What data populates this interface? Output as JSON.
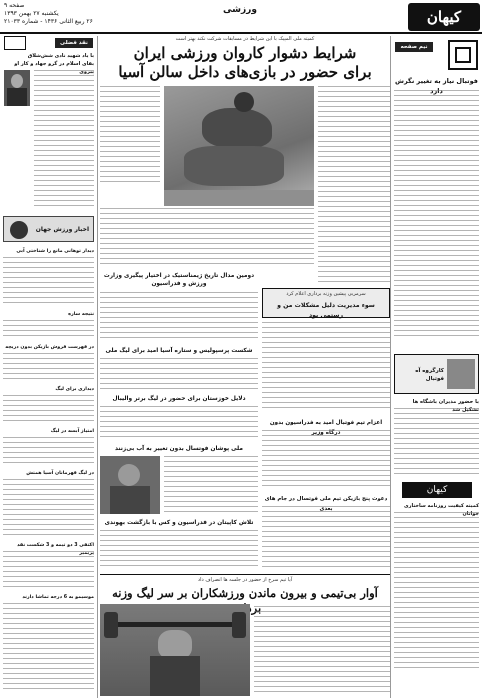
{
  "masthead": {
    "logo": "کیهان",
    "section": "ورزشی",
    "page_no": "صفحه ۹",
    "date_line": "یکشنبه ۲۷ بهمن ۱۳۹۳",
    "issue_line": "۲۶ ربیع الثانی ۱۴۳۶ - شماره ۲۱۰۳۳"
  },
  "right_column": {
    "tag": "نیم صفحه",
    "title": "فوتبال نیاز به تغییر نگرش دارد",
    "box_title": "کارگروه آه فوتبال",
    "sub_1": "با حضور مدیران باشگاه ها تشکیل شد",
    "sub_2": "کمیته کیفیت روزنامه ساختاری جوانان"
  },
  "main": {
    "kicker": "کمیته ملی المپیک با این شرایط در مسابقات شرکت نکند بهتر است",
    "headline_1": "شرایط دشوار کاروان ورزشی ایران",
    "headline_2": "برای حضور در بازی‌های داخل سالن آسیا",
    "story2_headline": "سوء مدیریت دلیل مشکلات من و رستمی بود",
    "story2_kicker": "سرمربی پیشین وزنه برداری اعلام کرد",
    "story3_headline": "اعزام تیم فوتبال امید به فدراسیون بدون درگاه وزیر",
    "story4_headline": "دومین مدال تاریخ ژیمناستیک در اختیار پیگیری وزارت ورزش و فدراسیون",
    "story5_headline": "شکست پرسپولیس و ستاره آسیا امید برای لیگ ملی",
    "story6_headline": "دلایل خوزستان برای حضور در لیگ برتر والیبال",
    "story7_headline": "ملی پوشان فوتسال بدون تغییر به آب بی‌زنند",
    "story8_headline": "دعوت پنج بازیکن تیم ملی فوتسال در جام های بعدی",
    "story9_headline": "تلاش کاپیتان در فدراسیون و کس با بازگشت بهوندی",
    "bottom_kicker": "آیا تیم سرخ از حضور در جلسه ها انصراف داد",
    "bottom_headline": "آوار بی‌تیمی و بیرون ماندن ورزشکاران بر سر لیگ وزنه برداری"
  },
  "left_column": {
    "tag": "نقد فضلی",
    "author_title": "با یاد شهید نادی شش‌شلاق",
    "author_subtitle": "بقای اسلام در گرو جهاد و کار او پیروی",
    "brief_banner": "اخبار ورزش جهان",
    "brief_1": "دیدار توهانی مانع را شناختی آبی",
    "brief_2": "نتیجه ساره",
    "brief_3": "در فهرست فروش بازیکن بدون دریچه",
    "brief_4": "دیداری برای لیگ",
    "brief_5": "امتیاز آبسه در لیگ",
    "brief_6": "در لیگ قهرمانان آسیا همتش",
    "brief_7": "اکتفی 3 دو تیمه و 3 شکست نقد پریمیر",
    "brief_8": "موسیمو به 6 درجه تماشا دارند"
  }
}
